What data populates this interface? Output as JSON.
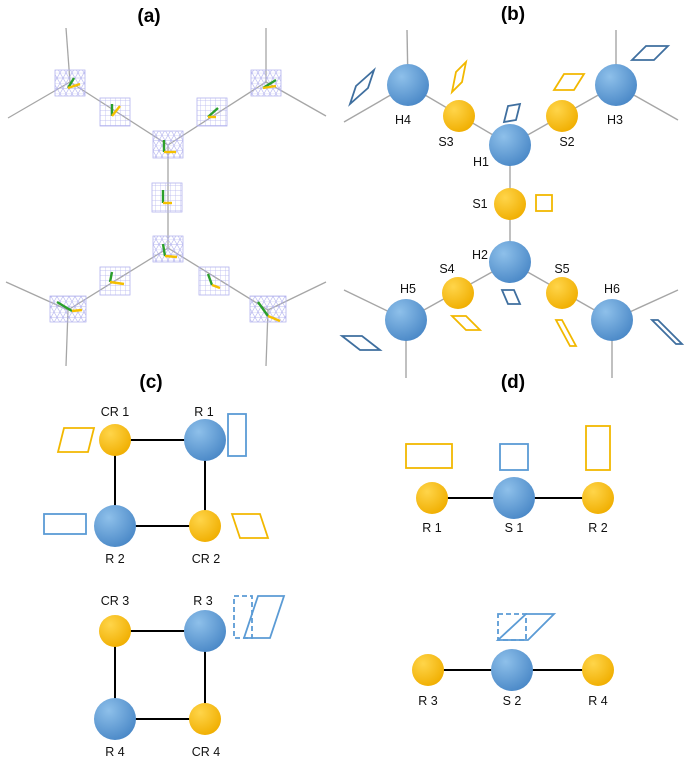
{
  "colors": {
    "blue_node": "#5b9bd5",
    "yellow_node": "#ffc000",
    "blue_outline": "#5b9bd5",
    "dark_blue_outline": "#3f6f9f",
    "yellow_outline": "#f2b800",
    "grid": "#b3b3ee",
    "green_stroke": "#2ca02c",
    "yellow_stroke": "#f5c000",
    "gray_line": "#a6a6a6",
    "black_line": "#000000"
  },
  "panels": {
    "a": {
      "label": "(a)"
    },
    "b": {
      "label": "(b)",
      "nodes": {
        "H1": "H1",
        "H2": "H2",
        "H3": "H3",
        "H4": "H4",
        "H5": "H5",
        "H6": "H6",
        "S1": "S1",
        "S2": "S2",
        "S3": "S3",
        "S4": "S4",
        "S5": "S5"
      }
    },
    "c": {
      "label": "(c)",
      "top": {
        "CR1": "CR 1",
        "R1": "R 1",
        "R2": "R 2",
        "CR2": "CR 2"
      },
      "bottom": {
        "CR3": "CR 3",
        "R3": "R 3",
        "R4": "R 4",
        "CR4": "CR 4"
      }
    },
    "d": {
      "label": "(d)",
      "top": {
        "R1": "R 1",
        "S1": "S 1",
        "R2": "R 2"
      },
      "bottom": {
        "R3": "R 3",
        "S2": "S 2",
        "R4": "R 4"
      }
    }
  }
}
